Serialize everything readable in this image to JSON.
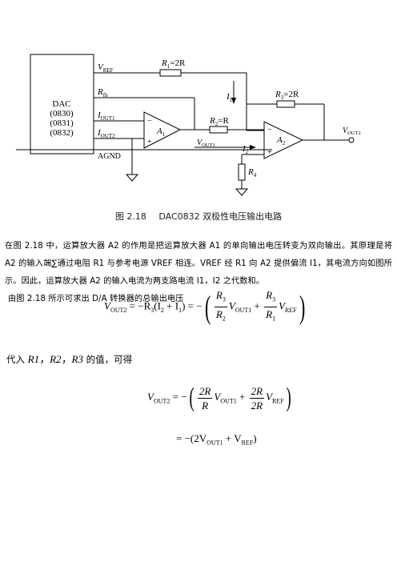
{
  "figure": {
    "dac_label": [
      "DAC",
      "(0830)",
      "(0831)",
      "(0832)"
    ],
    "pin_vref": "V",
    "pin_vref_sub": "REF",
    "pin_rfb": "R",
    "pin_rfb_sub": "fb",
    "pin_iout1": "I",
    "pin_iout1_sub": "OUT1",
    "pin_iout2": "I",
    "pin_iout2_sub": "OUT2",
    "pin_agnd": "AGND",
    "r1_label": "R",
    "r1_sub": "1",
    "r1_value": "=2R",
    "r2_label": "R",
    "r2_sub": "2",
    "r2_value": "=R",
    "r3_label": "R",
    "r3_sub": "3",
    "r3_value": "=2R",
    "r4_label": "R",
    "r4_sub": "4",
    "i1_label": "I",
    "i1_sub": "1",
    "i2_label": "I",
    "i2_sub": "2",
    "a1_label": "A",
    "a1_sub": "1",
    "a2_label": "A",
    "a2_sub": "2",
    "vout1_label": "V",
    "vout1_sub": "OUT1",
    "vout2_label": "V",
    "vout2_sub": "OUT2",
    "minus": "−",
    "plus": "+"
  },
  "caption": {
    "number": "图 2.18",
    "title": "DAC0832 双极性电压输出电路"
  },
  "paragraph1": "在图 2.18 中，运算放大器 A2 的作用是把运算放大器 A1 的单向输出电压转变为双向输出。其原理是将 A2 的输入端∑通过电阻 R1 与参考电源 VREF 相连。VREF 经 R1 向 A2 提供偏流 I1，其电流方向如图所示。因此，运算放大器 A2 的输入电流为两支路电流 I1，I2 之代数和。",
  "paragraph2": "由图 2.18 所示可求出 D/A 转换器的总输出电压",
  "substitute_prefix": "代入 ",
  "substitute_vars": "R1，R2，R3",
  "substitute_suffix": " 的值，可得",
  "eq1": {
    "lhs": "V",
    "lhs_sub": "OUT2",
    "mid": " = −R",
    "mid_sub": "3",
    "mid2": "(I",
    "i2_sub": "2",
    "plus_i1": " + I",
    "i1_sub": "1",
    "mid3": ") = −",
    "f1_num": "R",
    "f1_num_sub": "3",
    "f1_den": "R",
    "f1_den_sub": "2",
    "v1": "V",
    "v1_sub": "OUT1",
    "plus": " + ",
    "f2_num": "R",
    "f2_num_sub": "3",
    "f2_den": "R",
    "f2_den_sub": "1",
    "v2": "V",
    "v2_sub": "REF"
  },
  "eq2": {
    "lhs": "V",
    "lhs_sub": "OUT2",
    "eq": " = −",
    "f1_num": "2R",
    "f1_den": "R",
    "v1": "V",
    "v1_sub": "OUT1",
    "plus": " + ",
    "f2_num": "2R",
    "f2_den": "2R",
    "v2": "V",
    "v2_sub": "REF"
  },
  "eq3": {
    "prefix": "= −(2V",
    "v1_sub": "OUT1",
    "plus": " + V",
    "v2_sub": "REF",
    "suffix": ")"
  }
}
